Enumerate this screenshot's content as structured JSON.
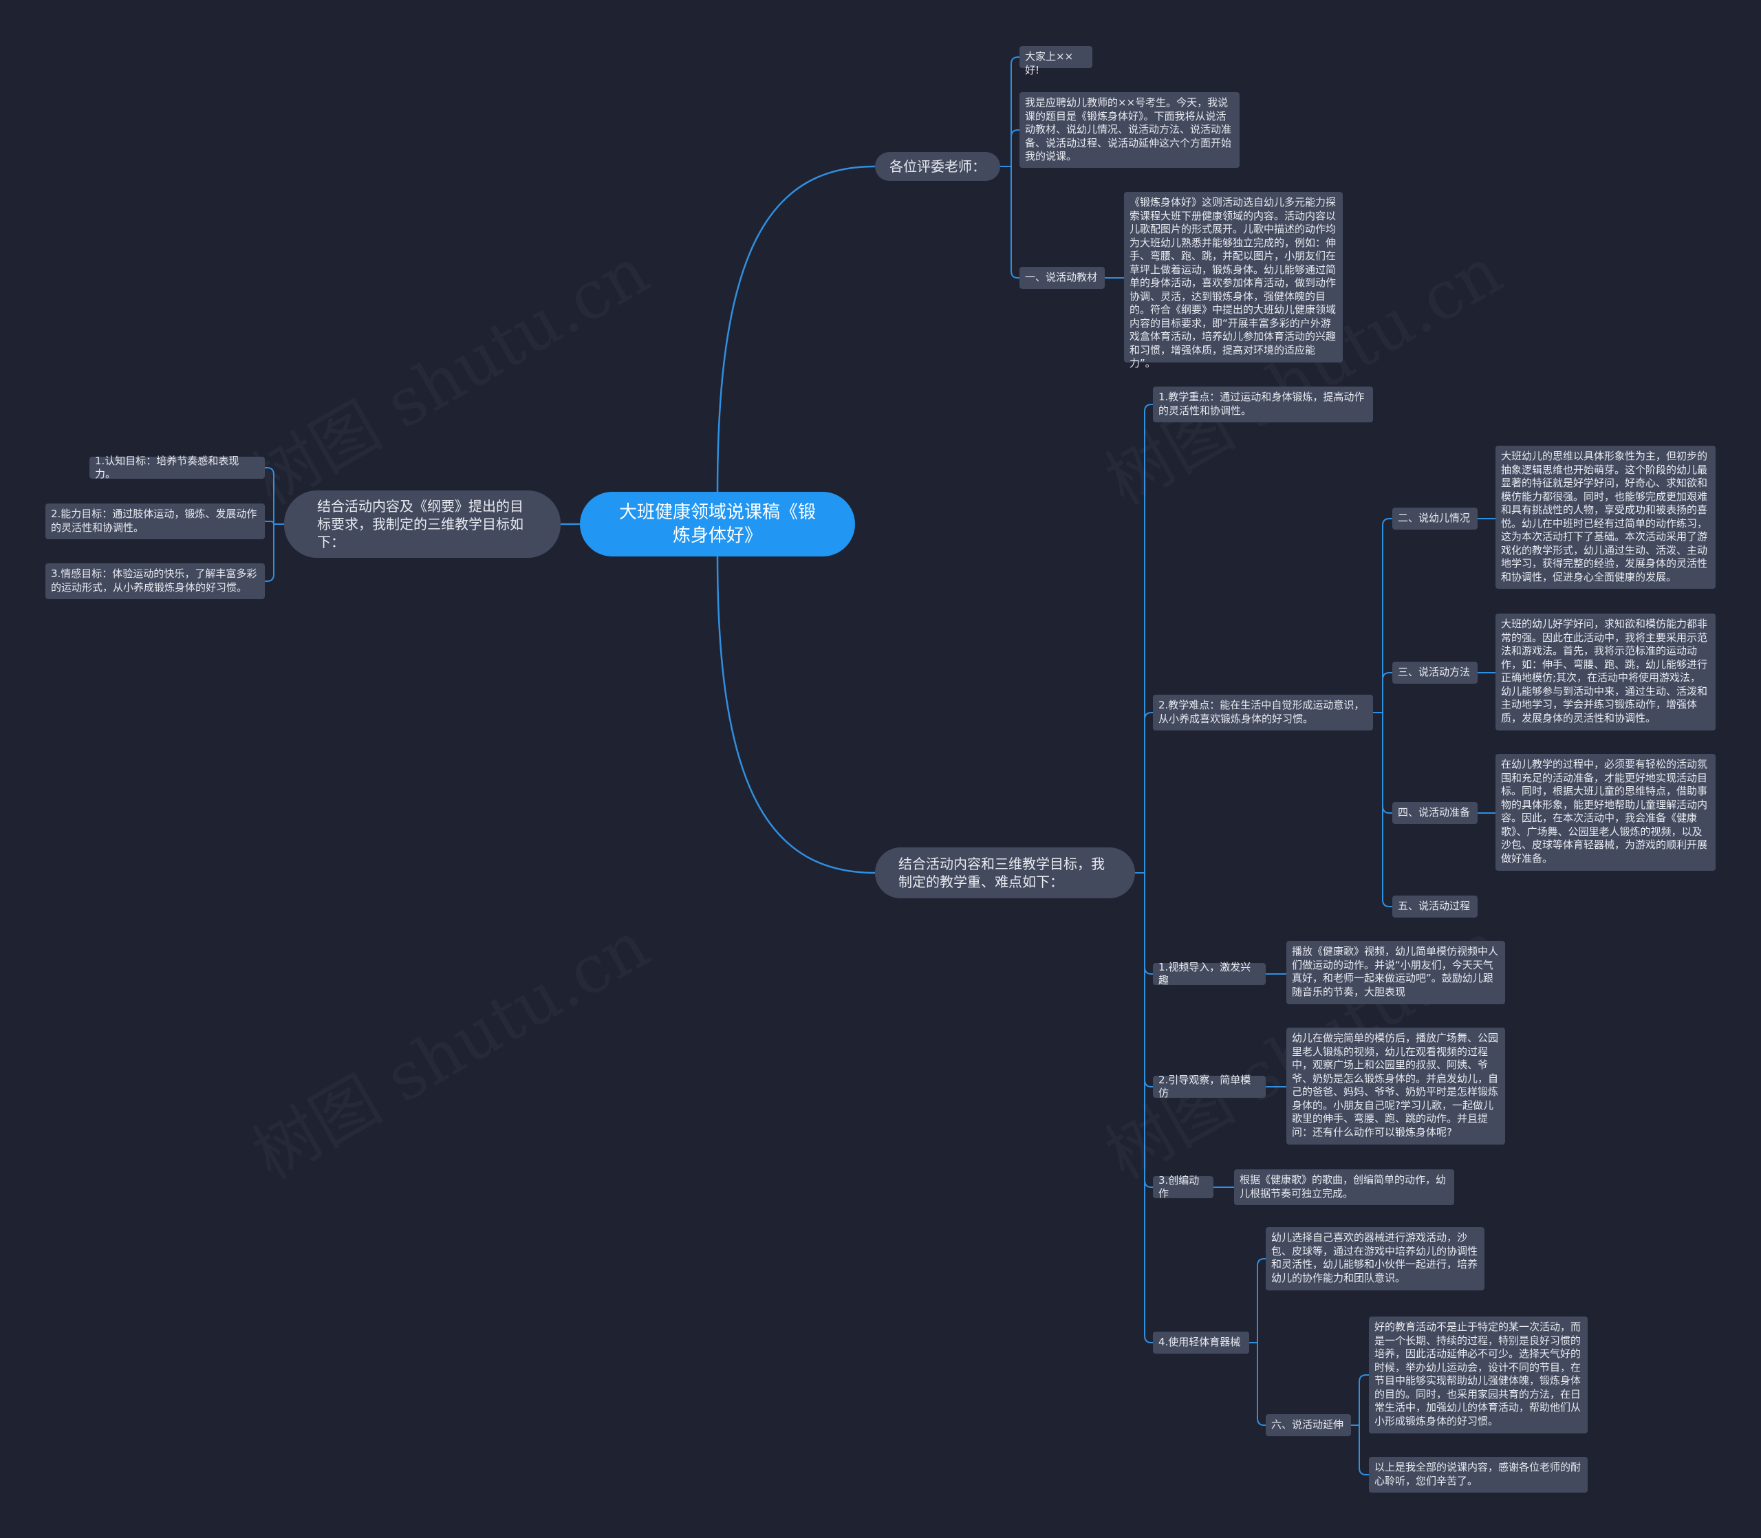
{
  "root": {
    "text": "大班健康领域说课稿《锻炼身体好》"
  },
  "branches": {
    "b1": {
      "text": "各位评委老师："
    },
    "b1a": {
      "text": "大家上××好!"
    },
    "b1b": {
      "text": "我是应聘幼儿教师的××号考生。今天，我说课的题目是《锻炼身体好》。下面我将从说活动教材、说幼儿情况、说活动方法、说活动准备、说活动过程、说活动延伸这六个方面开始我的说课。"
    },
    "b1c": {
      "text": "一、说活动教材"
    },
    "b1c1": {
      "text": "《锻炼身体好》这则活动选自幼儿多元能力探索课程大班下册健康领域的内容。活动内容以儿歌配图片的形式展开。儿歌中描述的动作均为大班幼儿熟悉并能够独立完成的，例如：伸手、弯腰、跑、跳，并配以图片，小朋友们在草坪上做着运动，锻炼身体。幼儿能够通过简单的身体活动，喜欢参加体育活动，做到动作协调、灵活，达到锻炼身体，强健体魄的目的。符合《纲要》中提出的大班幼儿健康领域内容的目标要求，即“开展丰富多彩的户外游戏盒体育活动，培养幼儿参加体育活动的兴趣和习惯，增强体质，提高对环境的适应能力”。"
    },
    "b2": {
      "text": "结合活动内容及《纲要》提出的目标要求，我制定的三维教学目标如下："
    },
    "b2a": {
      "text": "1.认知目标：培养节奏感和表现力。"
    },
    "b2b": {
      "text": "2.能力目标：通过肢体运动，锻炼、发展动作的灵活性和协调性。"
    },
    "b2c": {
      "text": "3.情感目标：体验运动的快乐，了解丰富多彩的运动形式，从小养成锻炼身体的好习惯。"
    },
    "b3": {
      "text": "结合活动内容和三维教学目标，我制定的教学重、难点如下："
    },
    "b3a": {
      "text": "1.教学重点：通过运动和身体锻炼，提高动作的灵活性和协调性。"
    },
    "b3b": {
      "text": "2.教学难点：能在生活中自觉形成运动意识，从小养成喜欢锻炼身体的好习惯。"
    },
    "b3b1": {
      "text": "二、说幼儿情况"
    },
    "b3b1a": {
      "text": "大班幼儿的思维以具体形象性为主，但初步的抽象逻辑思维也开始萌芽。这个阶段的幼儿最显著的特征就是好学好问，好奇心、求知欲和模仿能力都很强。同时，也能够完成更加艰难和具有挑战性的人物，享受成功和被表扬的喜悦。幼儿在中班时已经有过简单的动作练习，这为本次活动打下了基础。本次活动采用了游戏化的教学形式，幼儿通过生动、活泼、主动地学习，获得完整的经验，发展身体的灵活性和协调性，促进身心全面健康的发展。"
    },
    "b3b2": {
      "text": "三、说活动方法"
    },
    "b3b2a": {
      "text": "大班的幼儿好学好问，求知欲和模仿能力都非常的强。因此在此活动中，我将主要采用示范法和游戏法。首先，我将示范标准的运动动作，如：伸手、弯腰、跑、跳，幼儿能够进行正确地模仿;其次，在活动中将使用游戏法，幼儿能够参与到活动中来，通过生动、活泼和主动地学习，学会并练习锻炼动作，增强体质，发展身体的灵活性和协调性。"
    },
    "b3b3": {
      "text": "四、说活动准备"
    },
    "b3b3a": {
      "text": "在幼儿教学的过程中，必须要有轻松的活动氛围和充足的活动准备，才能更好地实现活动目标。同时，根据大班儿童的思维特点，借助事物的具体形象，能更好地帮助儿童理解活动内容。因此，在本次活动中，我会准备《健康歌》、广场舞、公园里老人锻炼的视频，以及沙包、皮球等体育轻器械，为游戏的顺利开展做好准备。"
    },
    "b3b4": {
      "text": "五、说活动过程"
    },
    "b3c": {
      "text": "1.视频导入，激发兴趣"
    },
    "b3c1": {
      "text": "播放《健康歌》视频，幼儿简单模仿视频中人们做运动的动作。并说“小朋友们，今天天气真好，和老师一起来做运动吧”。鼓励幼儿跟随音乐的节奏，大胆表现"
    },
    "b3d": {
      "text": "2.引导观察，简单模仿"
    },
    "b3d1": {
      "text": "幼儿在做完简单的模仿后，播放广场舞、公园里老人锻炼的视频，幼儿在观看视频的过程中，观察广场上和公园里的叔叔、阿姨、爷爷、奶奶是怎么锻炼身体的。并启发幼儿，自己的爸爸、妈妈、爷爷、奶奶平时是怎样锻炼身体的。小朋友自己呢?学习儿歌，一起做儿歌里的伸手、弯腰、跑、跳的动作。并且提问：还有什么动作可以锻炼身体呢?"
    },
    "b3e": {
      "text": "3.创编动作"
    },
    "b3e1": {
      "text": "根据《健康歌》的歌曲，创编简单的动作，幼儿根据节奏可独立完成。"
    },
    "b3f": {
      "text": "4.使用轻体育器械"
    },
    "b3f1": {
      "text": "幼儿选择自己喜欢的器械进行游戏活动，沙包、皮球等，通过在游戏中培养幼儿的协调性和灵活性，幼儿能够和小伙伴一起进行，培养幼儿的协作能力和团队意识。"
    },
    "b3f2": {
      "text": "六、说活动延伸"
    },
    "b3f2a": {
      "text": "好的教育活动不是止于特定的某一次活动，而是一个长期、持续的过程，特别是良好习惯的培养，因此活动延伸必不可少。选择天气好的时候，举办幼儿运动会，设计不同的节目，在节目中能够实现帮助幼儿强健体魄，锻炼身体的目的。同时，也采用家园共育的方法，在日常生活中，加强幼儿的体育活动，帮助他们从小形成锻炼身体的好习惯。"
    },
    "b3f2b": {
      "text": "以上是我全部的说课内容，感谢各位老师的耐心聆听，您们辛苦了。"
    }
  },
  "watermark": "树图 shutu.cn",
  "colors": {
    "background": "#1f2231",
    "root": "#2196f3",
    "node": "#434a5e",
    "link": "#2f8fe0"
  }
}
